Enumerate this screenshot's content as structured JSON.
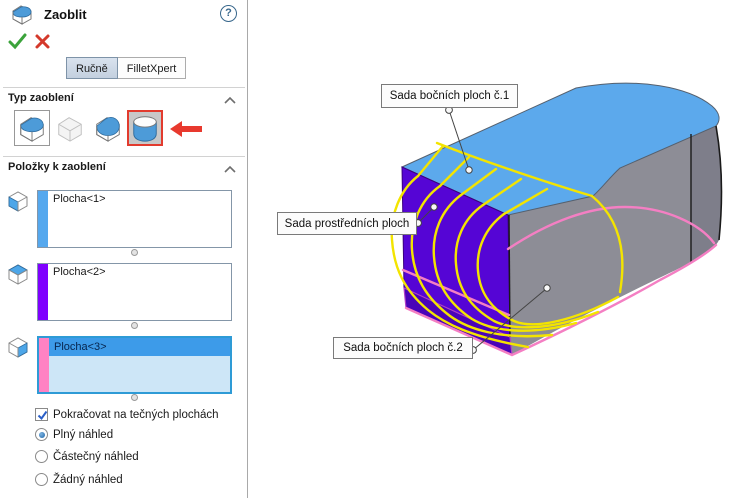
{
  "panel": {
    "title": "Zaoblit",
    "help_label": "?",
    "tabs": [
      {
        "label": "Ručně",
        "selected": true
      },
      {
        "label": "FilletXpert",
        "selected": false
      }
    ],
    "fillet_type": {
      "header": "Typ zaoblení",
      "icons": [
        "constant-size-fillet",
        "variable-size-fillet",
        "face-fillet",
        "full-round-fillet"
      ],
      "selected_icon": "full-round-fillet",
      "highlight_color": "#e23b2e"
    },
    "items": {
      "header": "Položky k zaoblení",
      "boxes": [
        {
          "value": "Plocha<1>",
          "stripe_color": "#55a8ee",
          "selected": false
        },
        {
          "value": "Plocha<2>",
          "stripe_color": "#7f00ff",
          "selected": false
        },
        {
          "value": "Plocha<3>",
          "stripe_color": "#ff82c3",
          "selected": true
        }
      ]
    },
    "options": {
      "checkbox": {
        "label": "Pokračovat na tečných plochách",
        "checked": true
      },
      "radios": [
        {
          "label": "Plný náhled",
          "selected": true
        },
        {
          "label": "Částečný náhled",
          "selected": false
        },
        {
          "label": "Žádný náhled",
          "selected": false
        }
      ]
    }
  },
  "viewport": {
    "callouts": [
      {
        "text": "Sada bočních ploch č.1"
      },
      {
        "text": "Sada prostředních ploch"
      },
      {
        "text": "Sada bočních ploch č.2"
      }
    ],
    "colors": {
      "top_face": "#5ca9ec",
      "middle_face": "#5505d5",
      "middle_face_lower": "#4a04b8",
      "side_face": "#8d8d96",
      "side_face_dark": "#7e7e8a",
      "preview_curves": "#f3e400",
      "selected_edges": "#f47fc3",
      "edge_dark": "#1a1a1a"
    }
  }
}
